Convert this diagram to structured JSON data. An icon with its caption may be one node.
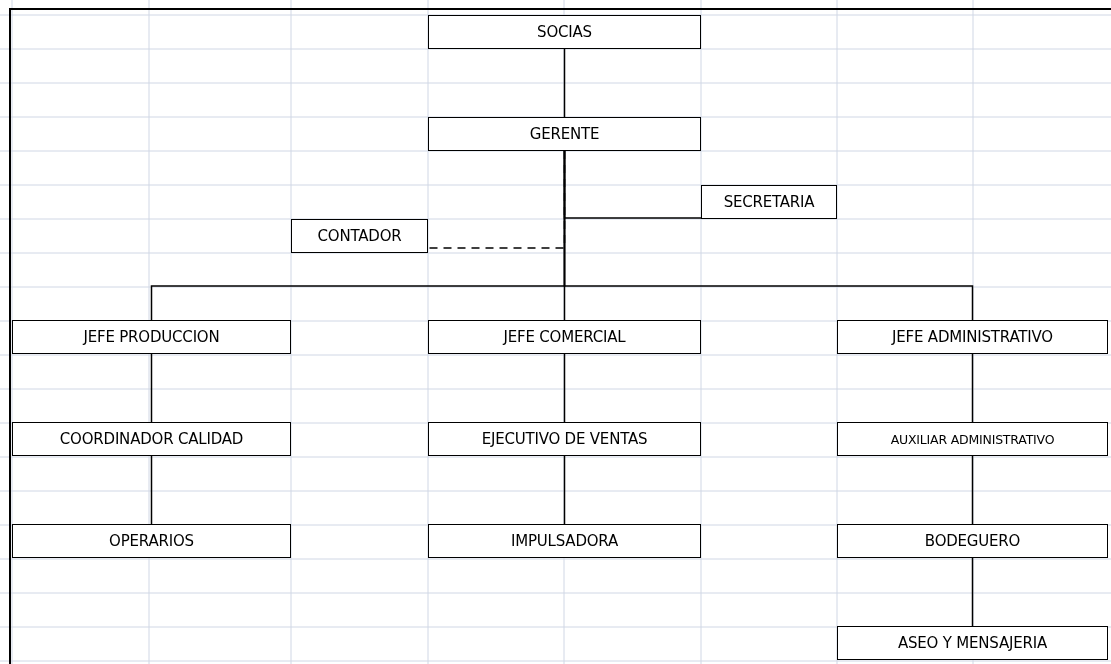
{
  "diagram": {
    "nodes": [
      {
        "text": [
          "SOCIAS"
        ]
      },
      {
        "text": [
          "GERENTE"
        ]
      },
      {
        "text": [
          "SECRETARIA"
        ]
      },
      {
        "text": [
          "CONTADOR"
        ]
      },
      {
        "text": [
          "JEFE PRODUCCION"
        ]
      },
      {
        "text": [
          "JEFE COMERCIAL"
        ]
      },
      {
        "text": [
          "JEFE ADMINISTRATIVO"
        ]
      },
      {
        "text": [
          "COORDINADOR CALIDAD"
        ]
      },
      {
        "text": [
          "EJECUTIVO DE VENTAS"
        ]
      },
      {
        "text": [
          "AUXILIAR ADMINISTRATIVO"
        ]
      },
      {
        "text": [
          "OPERARIOS"
        ]
      },
      {
        "text": [
          "IMPULSADORA"
        ]
      },
      {
        "text": [
          "BODEGUERO"
        ]
      },
      {
        "text": [
          "ASEO Y MENSAJERIA"
        ]
      }
    ],
    "edges": [
      {
        "from": 0,
        "to": 1,
        "arrow": "none"
      },
      {
        "from": 1,
        "to": 2,
        "arrow": "none"
      },
      {
        "from": 1,
        "to": 3,
        "arrow": "none",
        "style": "dashed"
      },
      {
        "from": 1,
        "to": 4,
        "arrow": "none"
      },
      {
        "from": 1,
        "to": 5,
        "arrow": "none"
      },
      {
        "from": 1,
        "to": 6,
        "arrow": "none"
      },
      {
        "from": 4,
        "to": 7,
        "arrow": "none"
      },
      {
        "from": 7,
        "to": 10,
        "arrow": "none"
      },
      {
        "from": 5,
        "to": 8,
        "arrow": "none"
      },
      {
        "from": 8,
        "to": 11,
        "arrow": "none"
      },
      {
        "from": 6,
        "to": 9,
        "arrow": "none"
      },
      {
        "from": 9,
        "to": 12,
        "arrow": "none"
      },
      {
        "from": 12,
        "to": 13,
        "arrow": "none"
      }
    ]
  }
}
